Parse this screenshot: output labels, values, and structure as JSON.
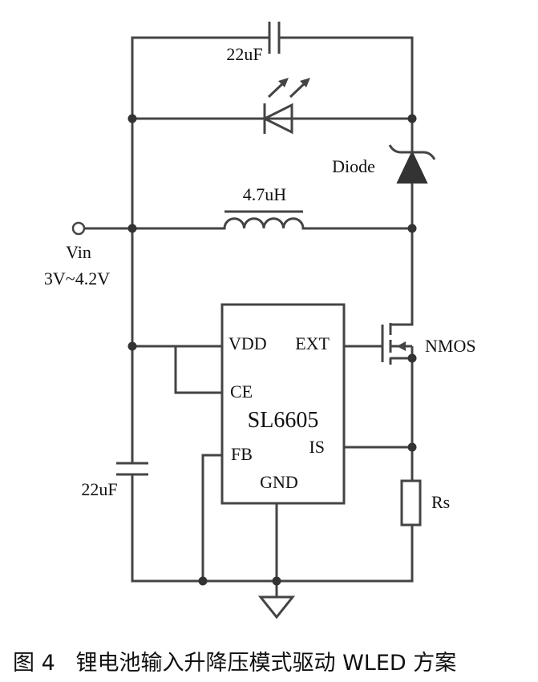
{
  "labels": {
    "cap_top": "22uF",
    "cap_bottom": "22uF",
    "diode": "Diode",
    "inductor": "4.7uH",
    "vin": "Vin",
    "vin_range": "3V~4.2V",
    "nmos": "NMOS",
    "rs": "Rs"
  },
  "ic": {
    "name": "SL6605",
    "pins": {
      "vdd": "VDD",
      "ext": "EXT",
      "ce": "CE",
      "fb": "FB",
      "is": "IS",
      "gnd": "GND"
    }
  },
  "caption": "图 4   锂电池输入升降压模式驱动 WLED 方案"
}
